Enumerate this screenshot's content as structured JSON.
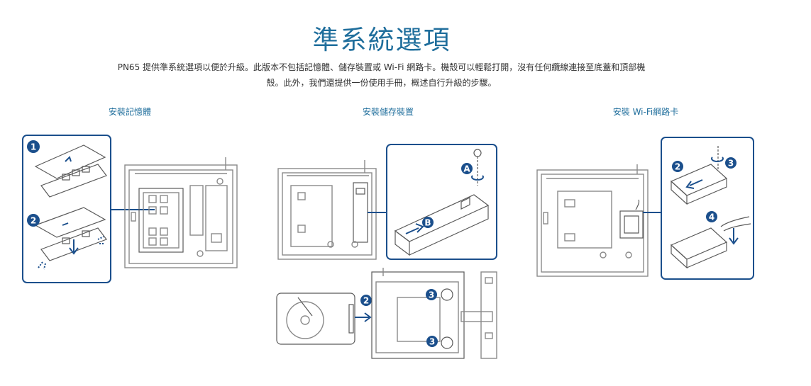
{
  "header": {
    "title": "準系統選項"
  },
  "intro": {
    "line1": "PN65 提供準系統選項以便於升級。此版本不包括記憶體、儲存裝置或 Wi-Fi 網路卡。機殼可以輕鬆打開，沒有任何纜線連接至底蓋和頂部機",
    "line2": "殼。此外，我們還提供一份使用手冊，概述自行升級的步驟。"
  },
  "sections": [
    {
      "label": "安裝記憶體"
    },
    {
      "label": "安裝儲存裝置"
    },
    {
      "label": "安裝 Wi-Fi網路卡"
    }
  ],
  "badges": {
    "mem_step1": "1",
    "mem_step2": "2",
    "ssd_a": "A",
    "ssd_b": "B",
    "hdd_step2": "2",
    "hdd_step3a": "3",
    "hdd_step3b": "3",
    "wifi_step2": "2",
    "wifi_step3": "3",
    "wifi_step4": "4"
  },
  "colors": {
    "accent": "#1f6e9c",
    "callout_border": "#1b4f8c",
    "line_art": "#8a8a8a"
  }
}
